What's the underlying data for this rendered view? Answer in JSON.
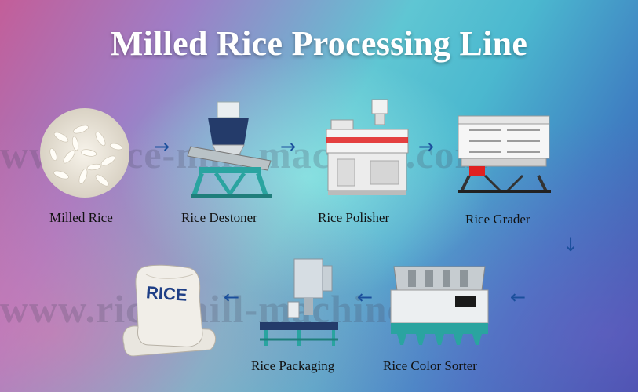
{
  "title": "Milled Rice Processing Line",
  "watermark": "www.rice-mill-machine.com",
  "steps": [
    {
      "label": "Milled Rice"
    },
    {
      "label": "Rice Destoner"
    },
    {
      "label": "Rice Polisher"
    },
    {
      "label": "Rice Grader"
    },
    {
      "label": "Rice Color Sorter"
    },
    {
      "label": "Rice Packaging"
    },
    {
      "label": "RICE"
    }
  ],
  "arrow_glyphs": {
    "right": "→",
    "left": "←",
    "down": "↓"
  },
  "colors": {
    "arrow": "#1b4f9c",
    "title": "#ffffff",
    "machine_green": "#2aa4a0"
  }
}
